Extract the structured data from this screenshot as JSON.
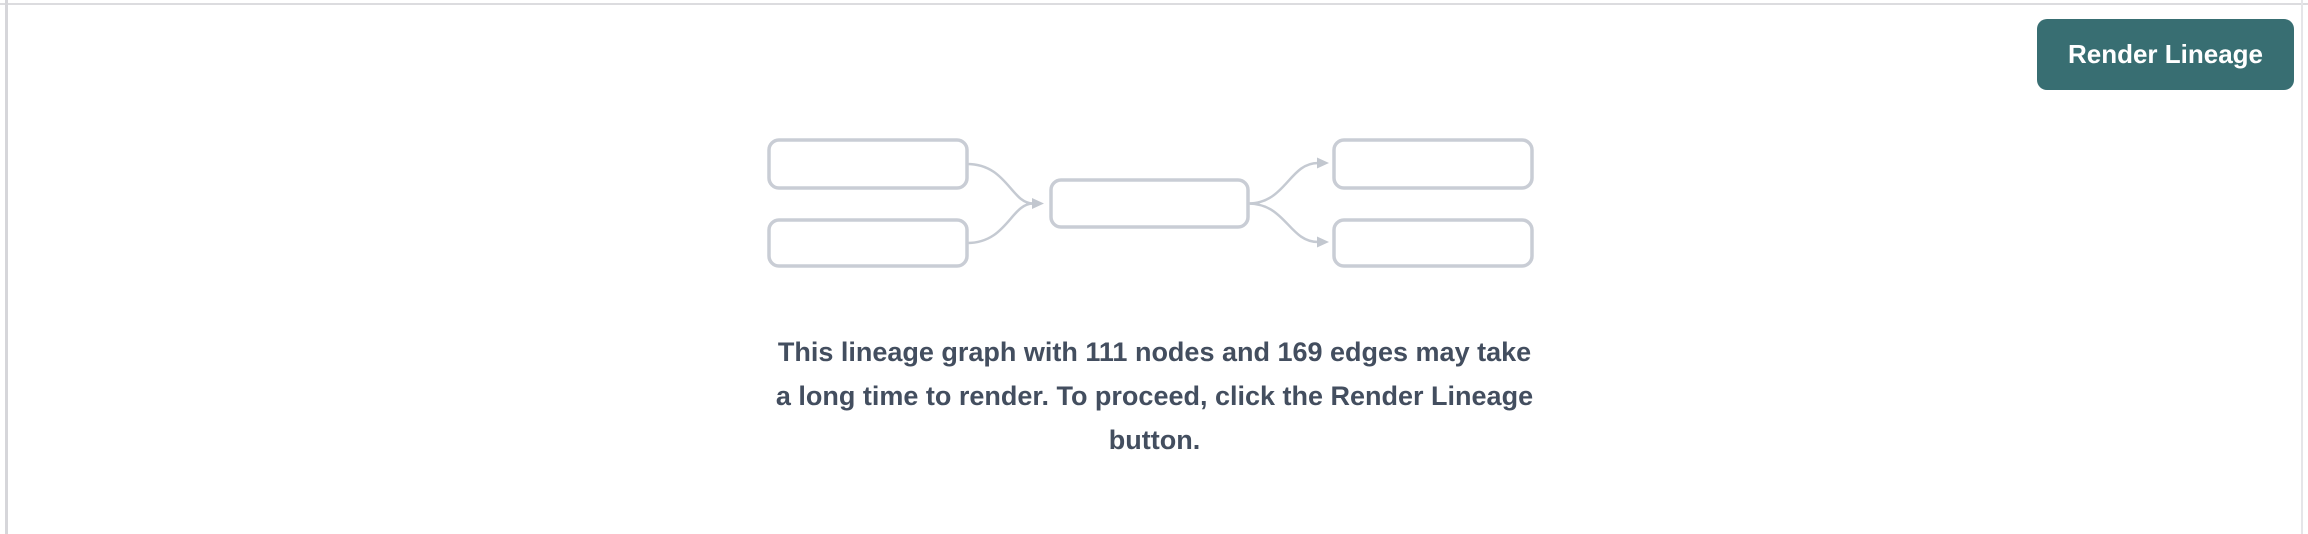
{
  "header": {
    "render_button": {
      "label": "Render Lineage"
    }
  },
  "placeholder_graph": {
    "description": "miniature lineage graph placeholder with five empty nodes and four curved edges",
    "nodes_shown": 5,
    "edges_shown": 4
  },
  "message": {
    "full": "This lineage graph with 111 nodes and 169 edges may take a long time to render. To proceed, click the Render Lineage button.",
    "lines": [
      "This lineage graph with 111 nodes and 169 edges may take",
      "a long time to render. To proceed, click the Render Lineage",
      "button."
    ]
  },
  "stats": {
    "nodes": 111,
    "edges": 169
  },
  "colors": {
    "accent_teal": "#386e72",
    "button_text": "#ffffff",
    "node_border": "#c9cdd5",
    "edge_stroke": "#c5cad2",
    "message_text": "#434e5f",
    "top_divider": "#dcdcdf",
    "side_divider": "#d6d6da"
  }
}
